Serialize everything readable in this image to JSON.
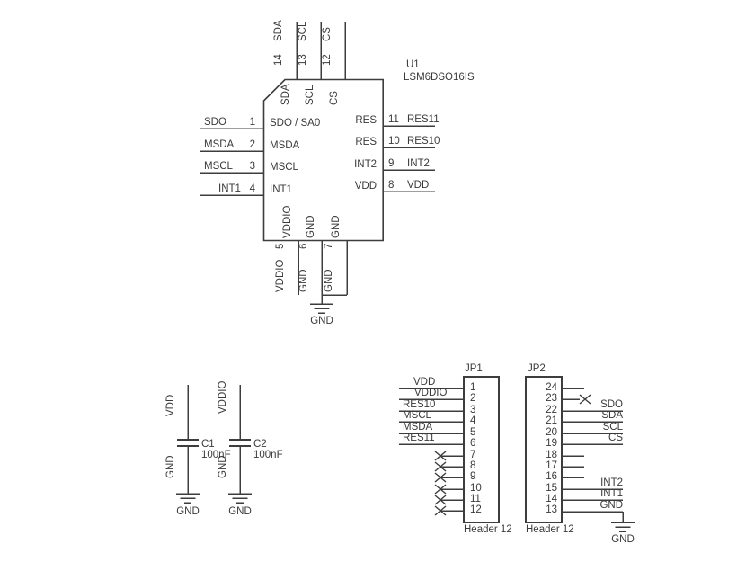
{
  "ic": {
    "refdes": "U1",
    "part": "LSM6DSO16IS",
    "left_pins": [
      {
        "net": "SDO",
        "num": "1",
        "inner": "SDO / SA0"
      },
      {
        "net": "MSDA",
        "num": "2",
        "inner": "MSDA"
      },
      {
        "net": "MSCL",
        "num": "3",
        "inner": "MSCL"
      },
      {
        "net": "INT1",
        "num": "4",
        "inner": "INT1"
      }
    ],
    "right_pins": [
      {
        "num": "11",
        "net": "RES11",
        "inner": "RES"
      },
      {
        "num": "10",
        "net": "RES10",
        "inner": "RES"
      },
      {
        "num": "9",
        "net": "INT2",
        "inner": "INT2"
      },
      {
        "num": "8",
        "net": "VDD",
        "inner": "VDD"
      }
    ],
    "top_pins": [
      {
        "num": "14",
        "net": "SDA",
        "inner": "SDA"
      },
      {
        "num": "13",
        "net": "SCL",
        "inner": "SCL"
      },
      {
        "num": "12",
        "net": "CS",
        "inner": "CS"
      }
    ],
    "bottom_pins": [
      {
        "num": "5",
        "net": "VDDIO",
        "inner": "VDDIO"
      },
      {
        "num": "6",
        "net": "GND",
        "inner": "GND"
      },
      {
        "num": "7",
        "net": "GND",
        "inner": "GND"
      }
    ],
    "gnd": "GND"
  },
  "capacitors": [
    {
      "refdes": "C1",
      "value": "100nF",
      "top_net": "VDD",
      "bot_net": "GND",
      "gnd": "GND"
    },
    {
      "refdes": "C2",
      "value": "100nF",
      "top_net": "VDDIO",
      "bot_net": "GND",
      "gnd": "GND"
    }
  ],
  "jp1": {
    "refdes": "JP1",
    "name": "Header 12",
    "pin_numbers": [
      "1",
      "2",
      "3",
      "4",
      "5",
      "6",
      "7",
      "8",
      "9",
      "10",
      "11",
      "12"
    ],
    "net_labels": [
      "VDD",
      "VDDIO",
      "RES10",
      "MSCL",
      "MSDA",
      "RES11"
    ]
  },
  "jp2": {
    "refdes": "JP2",
    "name": "Header 12",
    "pin_numbers": [
      "24",
      "23",
      "22",
      "21",
      "20",
      "19",
      "18",
      "17",
      "16",
      "15",
      "14",
      "13"
    ],
    "net_labels_top": [
      "SDO",
      "SDA",
      "SCL",
      "CS"
    ],
    "net_labels_bottom": [
      "INT2",
      "INT1",
      "GND"
    ],
    "gnd": "GND"
  },
  "colors": {
    "line": "#3d3d3d",
    "text": "#3a3a3a",
    "background": "#ffffff"
  }
}
